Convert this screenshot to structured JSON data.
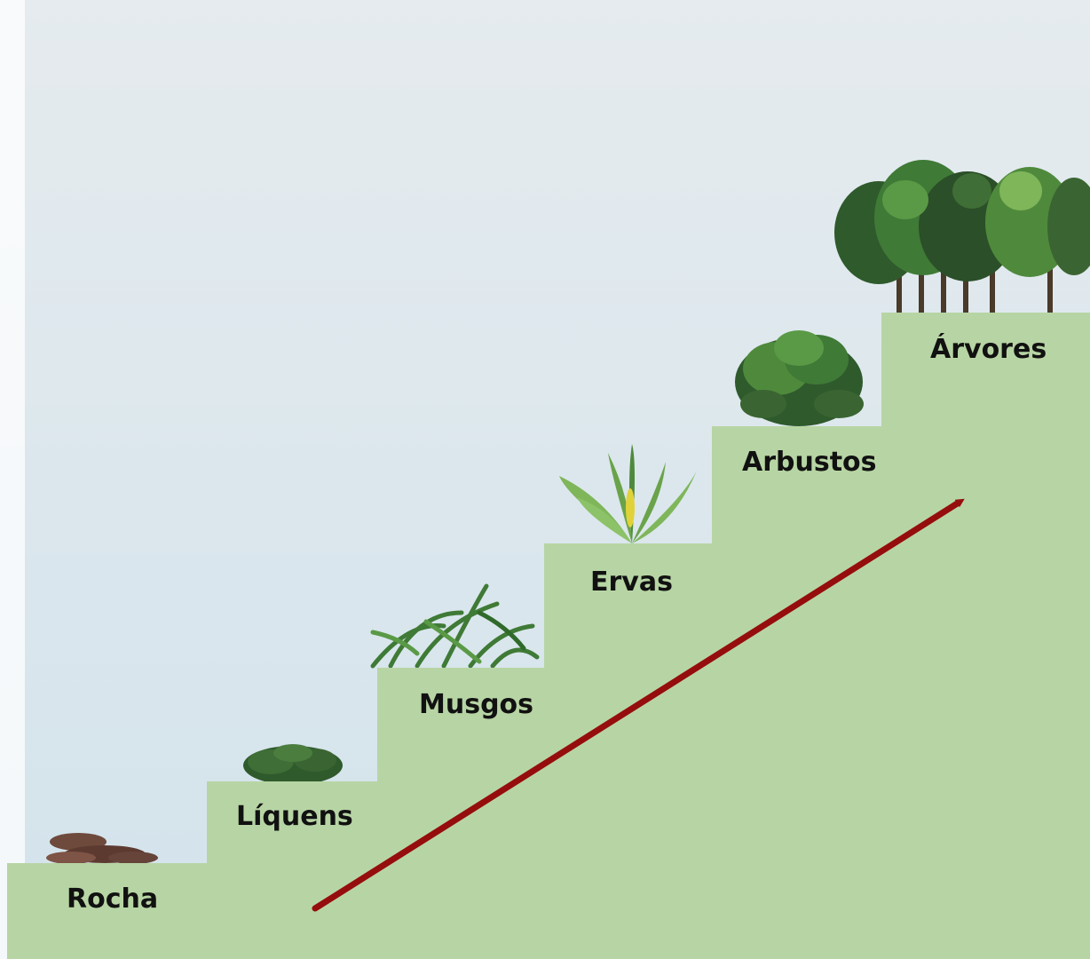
{
  "diagram": {
    "steps": [
      {
        "id": "rocha",
        "label": "Rocha"
      },
      {
        "id": "liquens",
        "label": "Líquens"
      },
      {
        "id": "musgos",
        "label": "Musgos"
      },
      {
        "id": "ervas",
        "label": "Ervas"
      },
      {
        "id": "arbustos",
        "label": "Arbustos"
      },
      {
        "id": "arvores",
        "label": "Árvores"
      }
    ]
  },
  "colors": {
    "step_fill": "#b7d5a4",
    "arrow": "#950d0d",
    "sky_top": "#e5ebee",
    "sky_bottom": "#d3e3ec",
    "foliage_dark": "#2f5a2c",
    "foliage_mid": "#4f8a3c",
    "foliage_light": "#7fb65a",
    "rock": "#6e4a3c",
    "trunk": "#4a3a2a"
  },
  "icons": [
    "rock-icon",
    "lichen-icon",
    "moss-icon",
    "herb-icon",
    "shrub-icon",
    "trees-icon",
    "arrow-icon"
  ]
}
